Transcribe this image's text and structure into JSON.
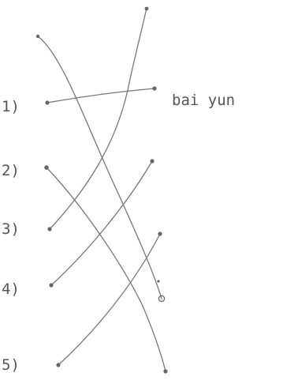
{
  "labels": {
    "item1": "1)",
    "item2": "2)",
    "item3": "3)",
    "item4": "4)",
    "item5": "5)",
    "answer": "bai yun"
  },
  "colors": {
    "ink": "#777777",
    "text": "#555555"
  }
}
